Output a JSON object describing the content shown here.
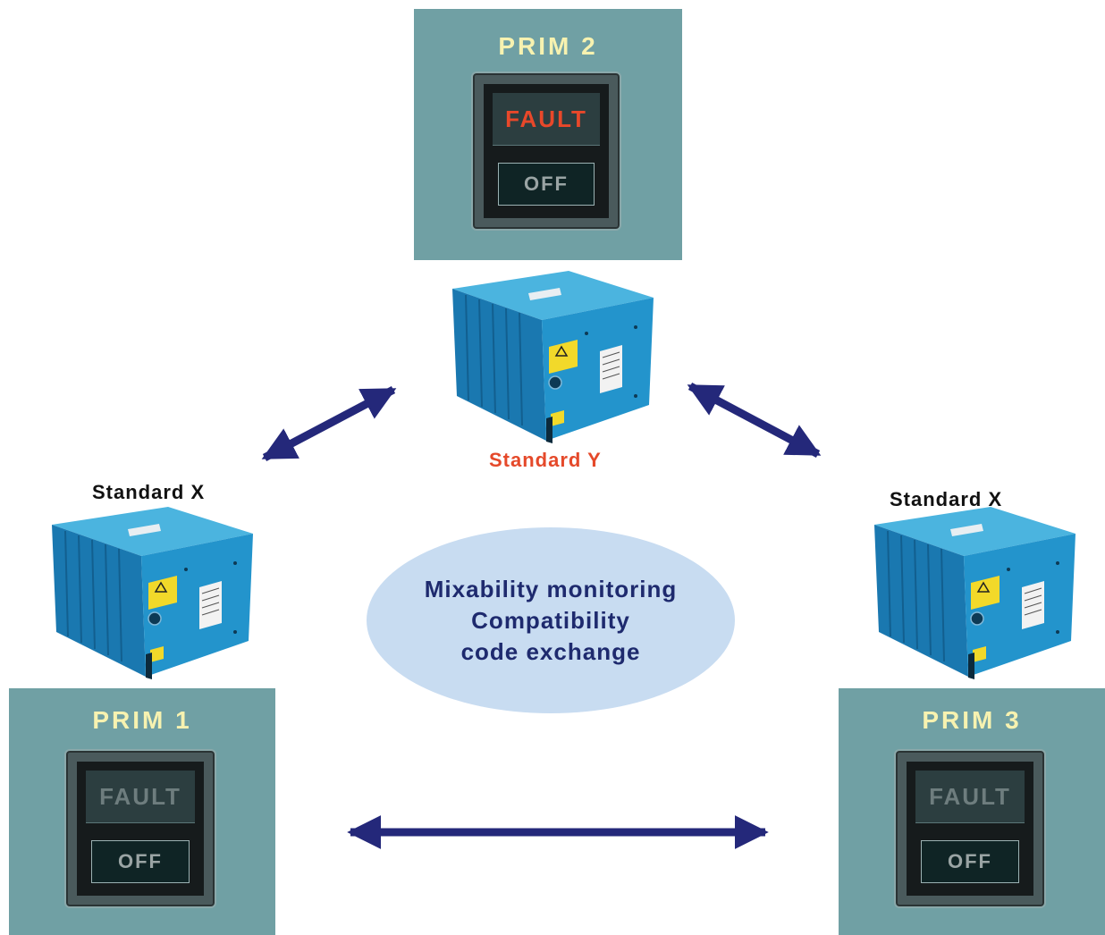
{
  "prims": [
    {
      "title": "PRIM 2",
      "fault": "FAULT",
      "off": "OFF",
      "fault_active": true
    },
    {
      "title": "PRIM 1",
      "fault": "FAULT",
      "off": "OFF",
      "fault_active": false
    },
    {
      "title": "PRIM 3",
      "fault": "FAULT",
      "off": "OFF",
      "fault_active": false
    }
  ],
  "labels": {
    "top": "Standard Y",
    "left": "Standard X",
    "right": "Standard X"
  },
  "bubble": {
    "line1": "Mixability monitoring",
    "line2": "Compatibility",
    "line3": "code exchange"
  },
  "colors": {
    "panel": "#70a0a4",
    "prim_title": "#f7f2b0",
    "fault_active": "#e8482a",
    "arrow": "#24287a",
    "bubble": "#c8dcf1",
    "computer_body": "#1f8cc4"
  }
}
